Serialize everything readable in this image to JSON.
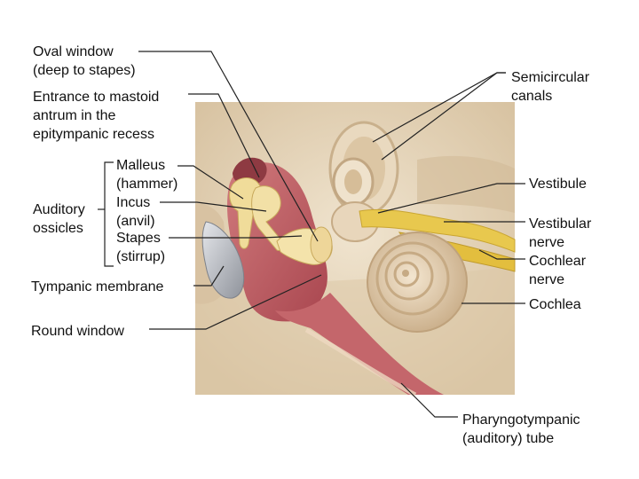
{
  "labels": {
    "oval_window": [
      "Oval window",
      "(deep to stapes)"
    ],
    "mastoid_entrance": [
      "Entrance to mastoid",
      "antrum in the",
      "epitympanic recess"
    ],
    "malleus": [
      "Malleus",
      "(hammer)"
    ],
    "incus": [
      "Incus",
      "(anvil)"
    ],
    "stapes": [
      "Stapes",
      "(stirrup)"
    ],
    "auditory_ossicles": [
      "Auditory",
      "ossicles"
    ],
    "tympanic_membrane": "Tympanic membrane",
    "round_window": "Round window",
    "semicircular_canals": [
      "Semicircular",
      "canals"
    ],
    "vestibule": "Vestibule",
    "vestibular_nerve": [
      "Vestibular",
      "nerve"
    ],
    "cochlear_nerve": [
      "Cochlear",
      "nerve"
    ],
    "cochlea": "Cochlea",
    "pharyngotympanic_tube": [
      "Pharyngotympanic",
      "(auditory) tube"
    ]
  },
  "colors": {
    "bone": "#e6d7bf",
    "bone_shadow": "#cbb594",
    "cavity": "#c4666b",
    "cavity_dark": "#9e3e47",
    "ossicle": "#f0dc9a",
    "nerve": "#e8c84e",
    "cochlea": "#e2cdb0",
    "membrane": "#b9bcc2",
    "line": "#222222"
  }
}
